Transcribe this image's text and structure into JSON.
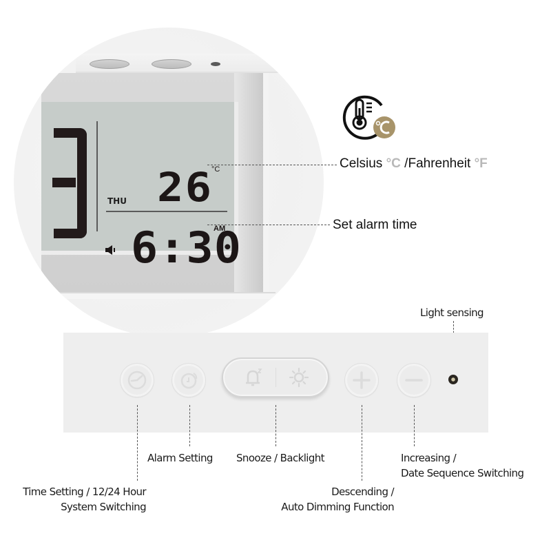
{
  "display": {
    "day": "THU",
    "temperature": "26",
    "temperature_unit": "°C",
    "alarm_time": "6:30",
    "ampm": "AM"
  },
  "annotations": {
    "temperature_unit": {
      "prefix": "Celsius ",
      "celsius_symbol": "°C",
      "middle": " /Fahrenheit ",
      "fahrenheit_symbol": "°F"
    },
    "alarm": "Set alarm time",
    "light_sensing": "Light sensing"
  },
  "controls": [
    {
      "name": "time-setting",
      "icon": "clock-icon",
      "label_line1": "Time Setting / 12/24 Hour",
      "label_line2": "System Switching"
    },
    {
      "name": "alarm-setting",
      "icon": "alarm-clock-icon",
      "label_line1": "Alarm Setting"
    },
    {
      "name": "snooze-backlight",
      "icon": "bell-snooze-icon / sun-icon",
      "label_line1": "Snooze / Backlight"
    },
    {
      "name": "plus",
      "icon": "plus-icon",
      "label_line1": "Descending /",
      "label_line2": "Auto Dimming Function"
    },
    {
      "name": "minus",
      "icon": "minus-icon",
      "label_line1": "Increasing /",
      "label_line2": "Date Sequence Switching"
    }
  ],
  "colors": {
    "lcd_background": "#c6ccc9",
    "segment": "#1c1616",
    "accent_gold": "#a8946a",
    "unit_gray": "#b8b8b8",
    "panel": "#eeeeee"
  }
}
